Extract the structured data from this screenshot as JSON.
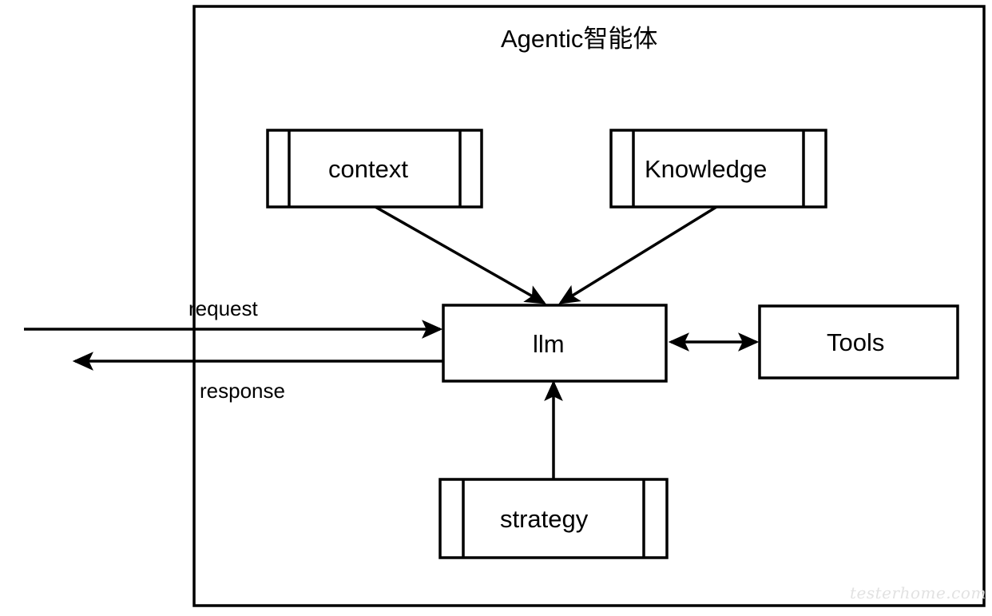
{
  "diagram": {
    "title": "Agentic智能体",
    "watermark": "testerhome.com",
    "stroke_color": "#000000",
    "fill_color": "#ffffff",
    "background_color": "#ffffff",
    "watermark_color": "#e2e2e2",
    "nodes": [
      {
        "id": "context",
        "label": "context",
        "shape": "process"
      },
      {
        "id": "knowledge",
        "label": "Knowledge",
        "shape": "process"
      },
      {
        "id": "llm",
        "label": "llm",
        "shape": "rectangle"
      },
      {
        "id": "tools",
        "label": "Tools",
        "shape": "rectangle"
      },
      {
        "id": "strategy",
        "label": "strategy",
        "shape": "process"
      }
    ],
    "edges": [
      {
        "from": "context",
        "to": "llm",
        "label": "",
        "arrow": "single"
      },
      {
        "from": "knowledge",
        "to": "llm",
        "label": "",
        "arrow": "single"
      },
      {
        "from": "strategy",
        "to": "llm",
        "label": "",
        "arrow": "single"
      },
      {
        "from": "llm",
        "to": "tools",
        "label": "",
        "arrow": "double"
      },
      {
        "from": "external",
        "to": "llm",
        "label": "request",
        "arrow": "single"
      },
      {
        "from": "llm",
        "to": "external",
        "label": "response",
        "arrow": "single"
      }
    ],
    "edge_labels": {
      "request": "request",
      "response": "response"
    }
  }
}
